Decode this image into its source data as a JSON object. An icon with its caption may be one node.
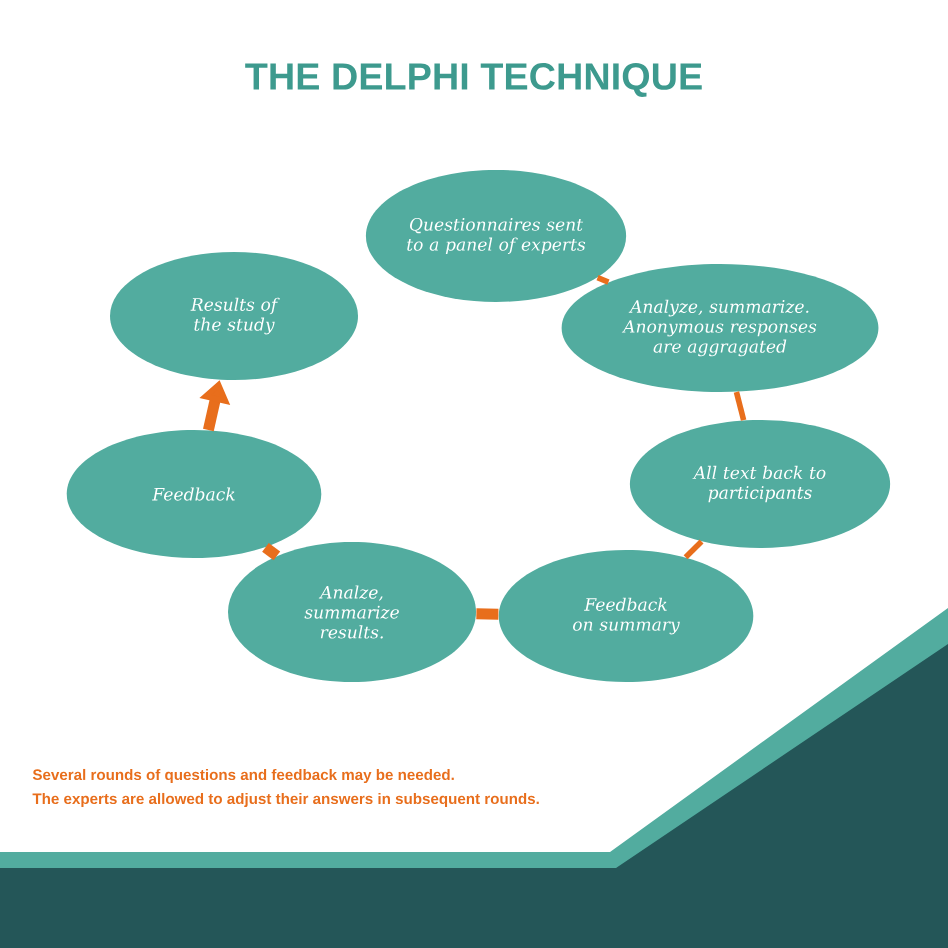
{
  "diagram": {
    "title": "THE DELPHI TECHNIQUE",
    "nodes": [
      {
        "text": [
          "Questionnaires sent to a panel of experts"
        ]
      },
      {
        "text": [
          "Analyze, summarize. Anonymous responses are aggragated"
        ]
      },
      {
        "text": [
          "All text back to participants"
        ]
      },
      {
        "text": [
          "Feedback on summary"
        ]
      },
      {
        "text": [
          "Analze, summarize results."
        ]
      },
      {
        "text": [
          "Feedback"
        ]
      },
      {
        "text": [
          "Results of the study"
        ]
      }
    ],
    "edges": [
      {
        "from": 0,
        "to": 1,
        "arrow": "none"
      },
      {
        "from": 1,
        "to": 2,
        "arrow": "none"
      },
      {
        "from": 2,
        "to": 3,
        "arrow": "none"
      },
      {
        "from": 3,
        "to": 4,
        "arrow": "none",
        "style": "thick"
      },
      {
        "from": 4,
        "to": 5,
        "arrow": "none",
        "style": "thick"
      },
      {
        "from": 5,
        "to": 6,
        "arrow": "to",
        "style": "thick"
      }
    ],
    "labels": [
      "Several rounds of questions and feedback may be needed.",
      "The experts are allowed to adjust their answers in subsequent rounds."
    ]
  }
}
